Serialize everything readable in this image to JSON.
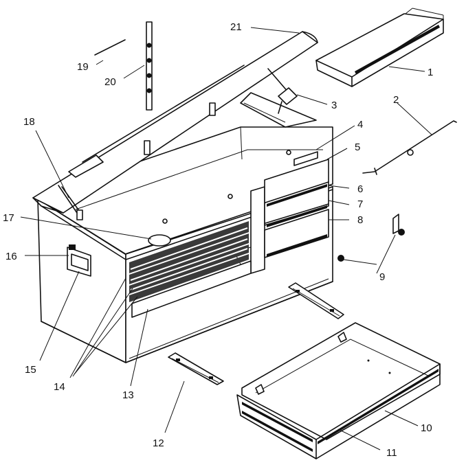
{
  "diagram": {
    "colors": {
      "ink": "#111111",
      "paper": "#ffffff",
      "shade": "#3a3a3a"
    },
    "callouts": [
      {
        "id": "1",
        "text": "1"
      },
      {
        "id": "2",
        "text": "2"
      },
      {
        "id": "3",
        "text": "3"
      },
      {
        "id": "4",
        "text": "4"
      },
      {
        "id": "5",
        "text": "5"
      },
      {
        "id": "6",
        "text": "6"
      },
      {
        "id": "7",
        "text": "7"
      },
      {
        "id": "8",
        "text": "8"
      },
      {
        "id": "9",
        "text": "9"
      },
      {
        "id": "10",
        "text": "10"
      },
      {
        "id": "11",
        "text": "11"
      },
      {
        "id": "12",
        "text": "12"
      },
      {
        "id": "13",
        "text": "13"
      },
      {
        "id": "14",
        "text": "14"
      },
      {
        "id": "15",
        "text": "15"
      },
      {
        "id": "16",
        "text": "16"
      },
      {
        "id": "17",
        "text": "17"
      },
      {
        "id": "18",
        "text": "18"
      },
      {
        "id": "19",
        "text": "19"
      },
      {
        "id": "20",
        "text": "20"
      },
      {
        "id": "21",
        "text": "21"
      }
    ]
  }
}
